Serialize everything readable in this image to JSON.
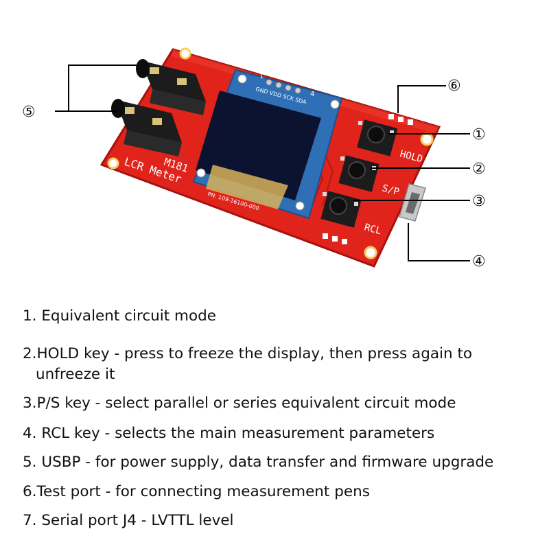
{
  "callouts": [
    {
      "id": "1",
      "label": "①"
    },
    {
      "id": "2",
      "label": "②"
    },
    {
      "id": "3",
      "label": "③"
    },
    {
      "id": "4",
      "label": "④"
    },
    {
      "id": "5",
      "label": "⑤"
    },
    {
      "id": "6",
      "label": "⑥"
    }
  ],
  "board": {
    "silkscreen_model": "M181",
    "silkscreen_title": "LCR Meter",
    "key_hold": "HOLD",
    "key_sp": "S/P",
    "key_rcl": "RCL",
    "header_pins": "GND VDD SCK SDA",
    "pin_num_left": "1",
    "pin_num_right": "4",
    "part_code": "PN: 109-16100-000",
    "colors": {
      "pcb": "#e0231b",
      "pcb_dark": "#a8120d",
      "oled": "#0b1330",
      "oled_frame": "#2f6fb5"
    }
  },
  "legend": {
    "item1": "1. Equivalent circuit mode",
    "item2_line1": "2.HOLD key - press to freeze the display, then press again to",
    "item2_line2": "unfreeze it",
    "item3": "3.P/S key - select parallel or series equivalent circuit mode",
    "item4": "4. RCL key - selects the main measurement parameters",
    "item5": "5. USBP - for power supply, data transfer and firmware upgrade",
    "item6": "6.Test port - for connecting measurement pens",
    "item7": "7. Serial port J4 - LVTTL level"
  }
}
